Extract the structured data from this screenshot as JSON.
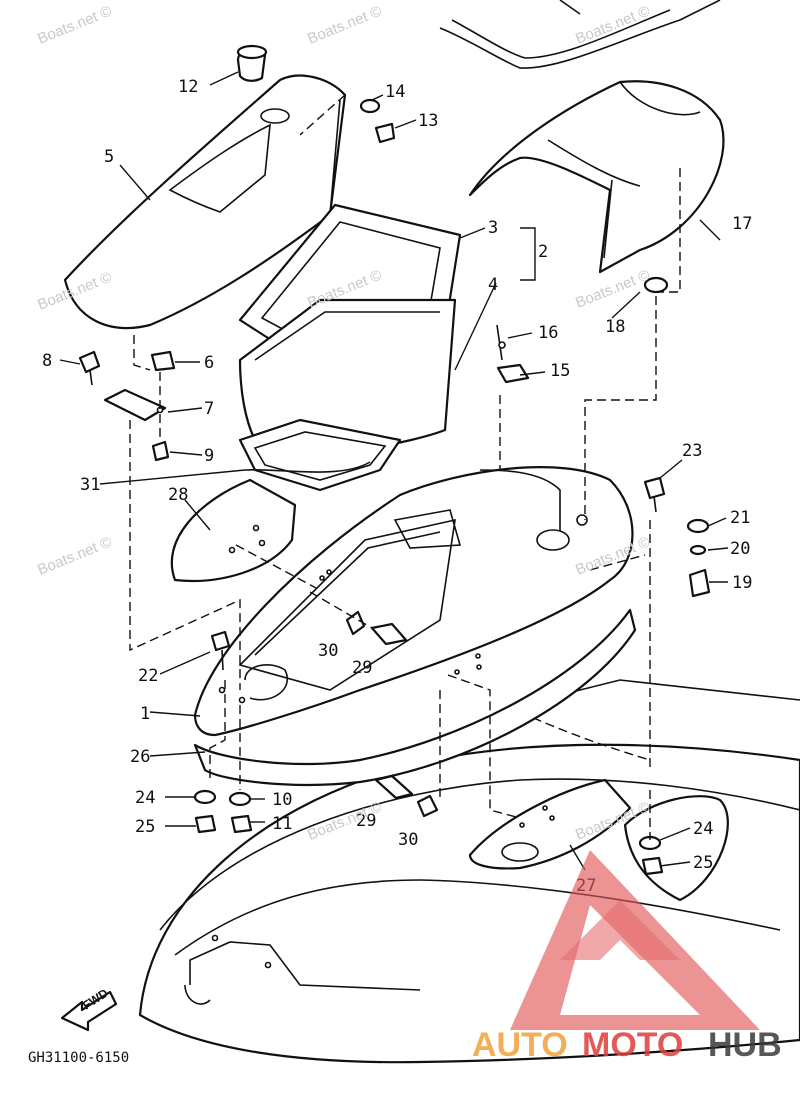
{
  "watermark": {
    "text": "Boats.net ©"
  },
  "drawing_code": "GH31100-6150",
  "fwd_label": "FWD",
  "brand": {
    "part1": "AUTO",
    "part2": "MOTO",
    "part3": "HUB"
  },
  "callouts": [
    "12",
    "14",
    "13",
    "5",
    "3",
    "2",
    "4",
    "17",
    "16",
    "15",
    "18",
    "8",
    "6",
    "7",
    "9",
    "23",
    "31",
    "28",
    "21",
    "20",
    "19",
    "30",
    "29",
    "22",
    "1",
    "26",
    "24",
    "10",
    "25",
    "11",
    "29",
    "30",
    "24",
    "25",
    "27"
  ]
}
